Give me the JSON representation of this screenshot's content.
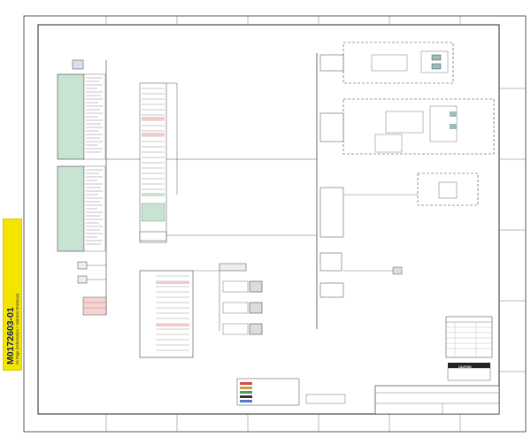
{
  "document": {
    "part_number": "M0172603-01",
    "pages_note": "24 Page (Schematics + Harness Drawings)"
  },
  "title_block": {
    "caution": "CAUTION"
  }
}
